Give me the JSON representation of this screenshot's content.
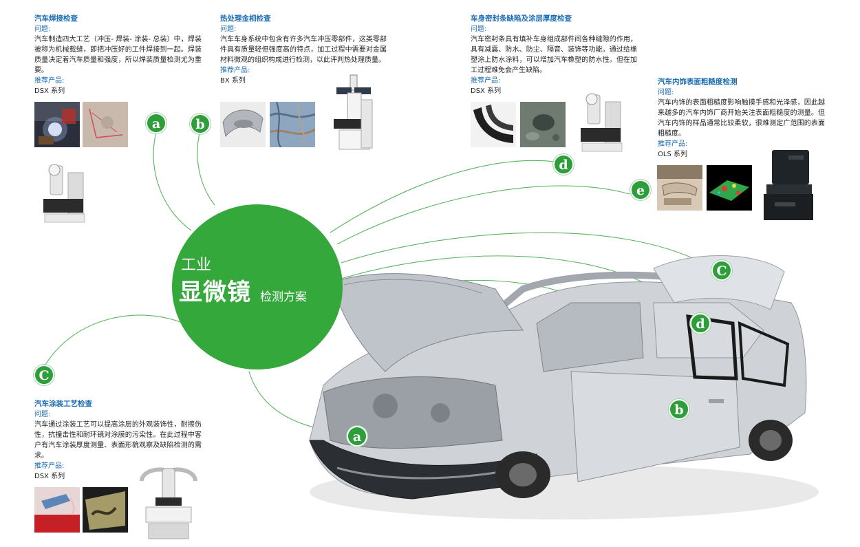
{
  "hub": {
    "line1": "工业",
    "line2": "显微镜",
    "line3": "检测方案"
  },
  "sections": {
    "welding": {
      "title": "汽车焊接检查",
      "problem_label": "问题:",
      "body": "汽车制造四大工艺（冲压- 焊装- 涂装- 总装）中，焊装被称为机械载缝，即把冲压好的工件焊接到一起。焊装质量决定着汽车质量和强度，所以焊装质量检测尤为重要。",
      "product_label": "推荐产品:",
      "product": "DSX 系列"
    },
    "heat": {
      "title": "热处理金相检查",
      "problem_label": "问题:",
      "body": "汽车车身系统中包含有许多汽车冲压零部件，这类零部件具有质量轻但强度高的特点，加工过程中需要对金属材料微观的组织构成进行检测，以此评判热处理质量。",
      "product_label": "推荐产品:",
      "product": "BX 系列"
    },
    "seal": {
      "title": "车身密封条缺陷及涂层厚度检查",
      "problem_label": "问题:",
      "body": "汽车密封条具有填补车身组成部件间各种缝隙的作用，具有减震、防水、防尘、隔音、装饰等功能。通过给橡塑涂上防水涂料，可以增加汽车橡塑的防水性。但在加工过程难免会产生缺陷。",
      "product_label": "推荐产品:",
      "product": "DSX 系列"
    },
    "interior": {
      "title": "汽车内饰表面粗糙度检测",
      "problem_label": "问题:",
      "body": "汽车内饰的表面粗糙度影响触摸手感和光泽感，因此越来越多的汽车内饰厂商开始关注表面粗糙度的测量。但汽车内饰的样品通常比较柔软，很难测定广范围的表面粗糙度。",
      "product_label": "推荐产品:",
      "product": "OLS 系列"
    },
    "painting": {
      "title": "汽车涂装工艺检查",
      "problem_label": "问题:",
      "body": "汽车通过涂装工艺可以提高涂层的外观装饰性，耐擦伤性，抗撞击性和耐环镜对涂膜的污染性。在此过程中客户有汽车涂装厚度测量、表面形貌观察及缺陷检测的需求。",
      "product_label": "推荐产品:",
      "product": "DSX 系列"
    }
  },
  "badges": {
    "a": "a",
    "b": "b",
    "c": "C",
    "d": "d",
    "e": "e"
  },
  "colors": {
    "accent_green": "#35a83c",
    "title_blue": "#1b6db4",
    "curve_green": "#4aa84f"
  },
  "icons": [
    "weld-photo",
    "metal-sample-photo",
    "dsx-microscope",
    "bx-microscope",
    "seal-strip-photo",
    "ols-microscope",
    "car-body"
  ]
}
